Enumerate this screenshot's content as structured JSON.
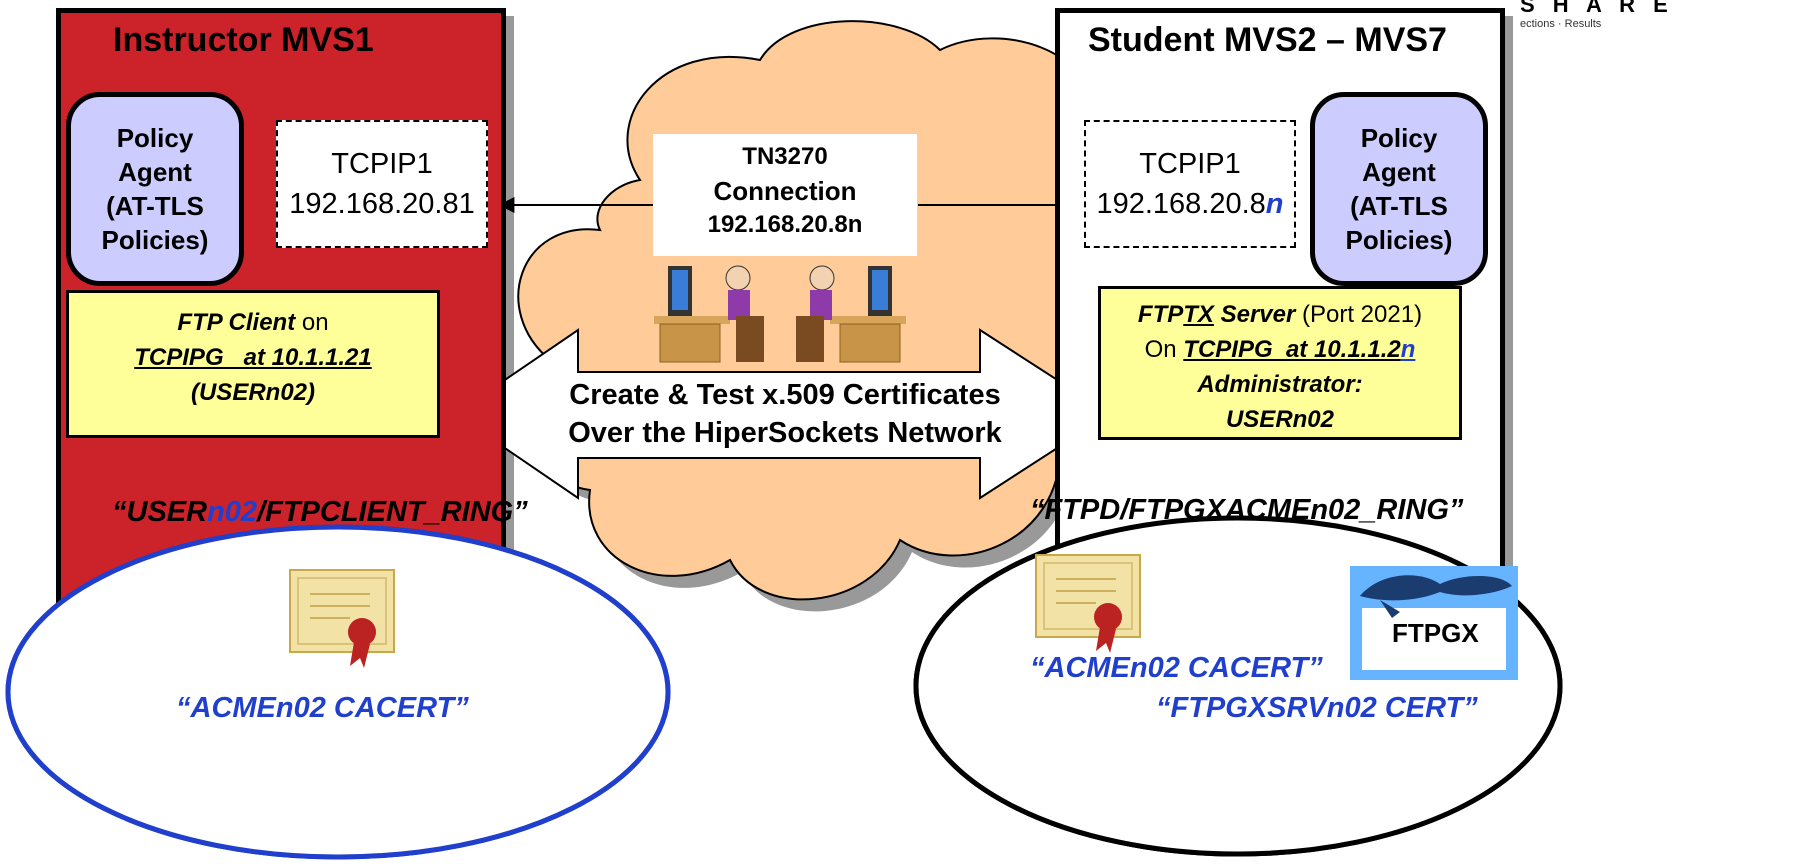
{
  "logo": {
    "letters": "S H A R E",
    "tagline": "ections · Results"
  },
  "left_panel": {
    "title": "Instructor MVS1",
    "agent": [
      "Policy",
      "Agent",
      "(AT-TLS",
      "Policies)"
    ],
    "tcpip": {
      "name": "TCPIP1",
      "ip": "192.168.20.81"
    },
    "ftp": {
      "line1_bold": "FTP Client",
      "line1_rest": " on",
      "line2": "TCPIPG   at 10.1.1.21",
      "line3": "(USERn02)"
    },
    "ring": {
      "quote_open": "“USER",
      "n02": "n02",
      "rest": "/FTPCLIENT_RING”"
    },
    "cert_label": "“ACMEn02  CACERT”"
  },
  "right_panel": {
    "title": "Student MVS2 – MVS7",
    "agent": [
      "Policy",
      "Agent",
      "(AT-TLS",
      "Policies)"
    ],
    "tcpip": {
      "name": "TCPIP1",
      "ip_prefix": "192.168.20.8",
      "ip_suffix": "n"
    },
    "ftp": {
      "line1_a": "FTP",
      "line1_b": "TX",
      "line1_c": " Server",
      "line1_rest": " (Port 2021)",
      "line2_a": "On ",
      "line2_b": "TCPIPG  at 10.1.1.2",
      "line2_c": "n",
      "line3": "Administrator:",
      "line4": "USERn02"
    },
    "ring": "“FTPD/FTPGXACMEn02_RING”",
    "cert_label_1": "“ACMEn02  CACERT”",
    "cert_label_2": "“FTPGXSRVn02 CERT”",
    "ftpgx_label": "FTPGX"
  },
  "center": {
    "connection": [
      "TN3270",
      "Connection",
      "192.168.20.8n"
    ],
    "arrow_text": [
      "Create & Test x.509 Certificates",
      "Over the HiperSockets Network"
    ]
  },
  "colors": {
    "left_panel": "#cc2229",
    "cloud": "#ffcc99",
    "agent": "#ccccff",
    "ftp_box": "#ffff99",
    "blue_accent": "#1f3fcc"
  }
}
